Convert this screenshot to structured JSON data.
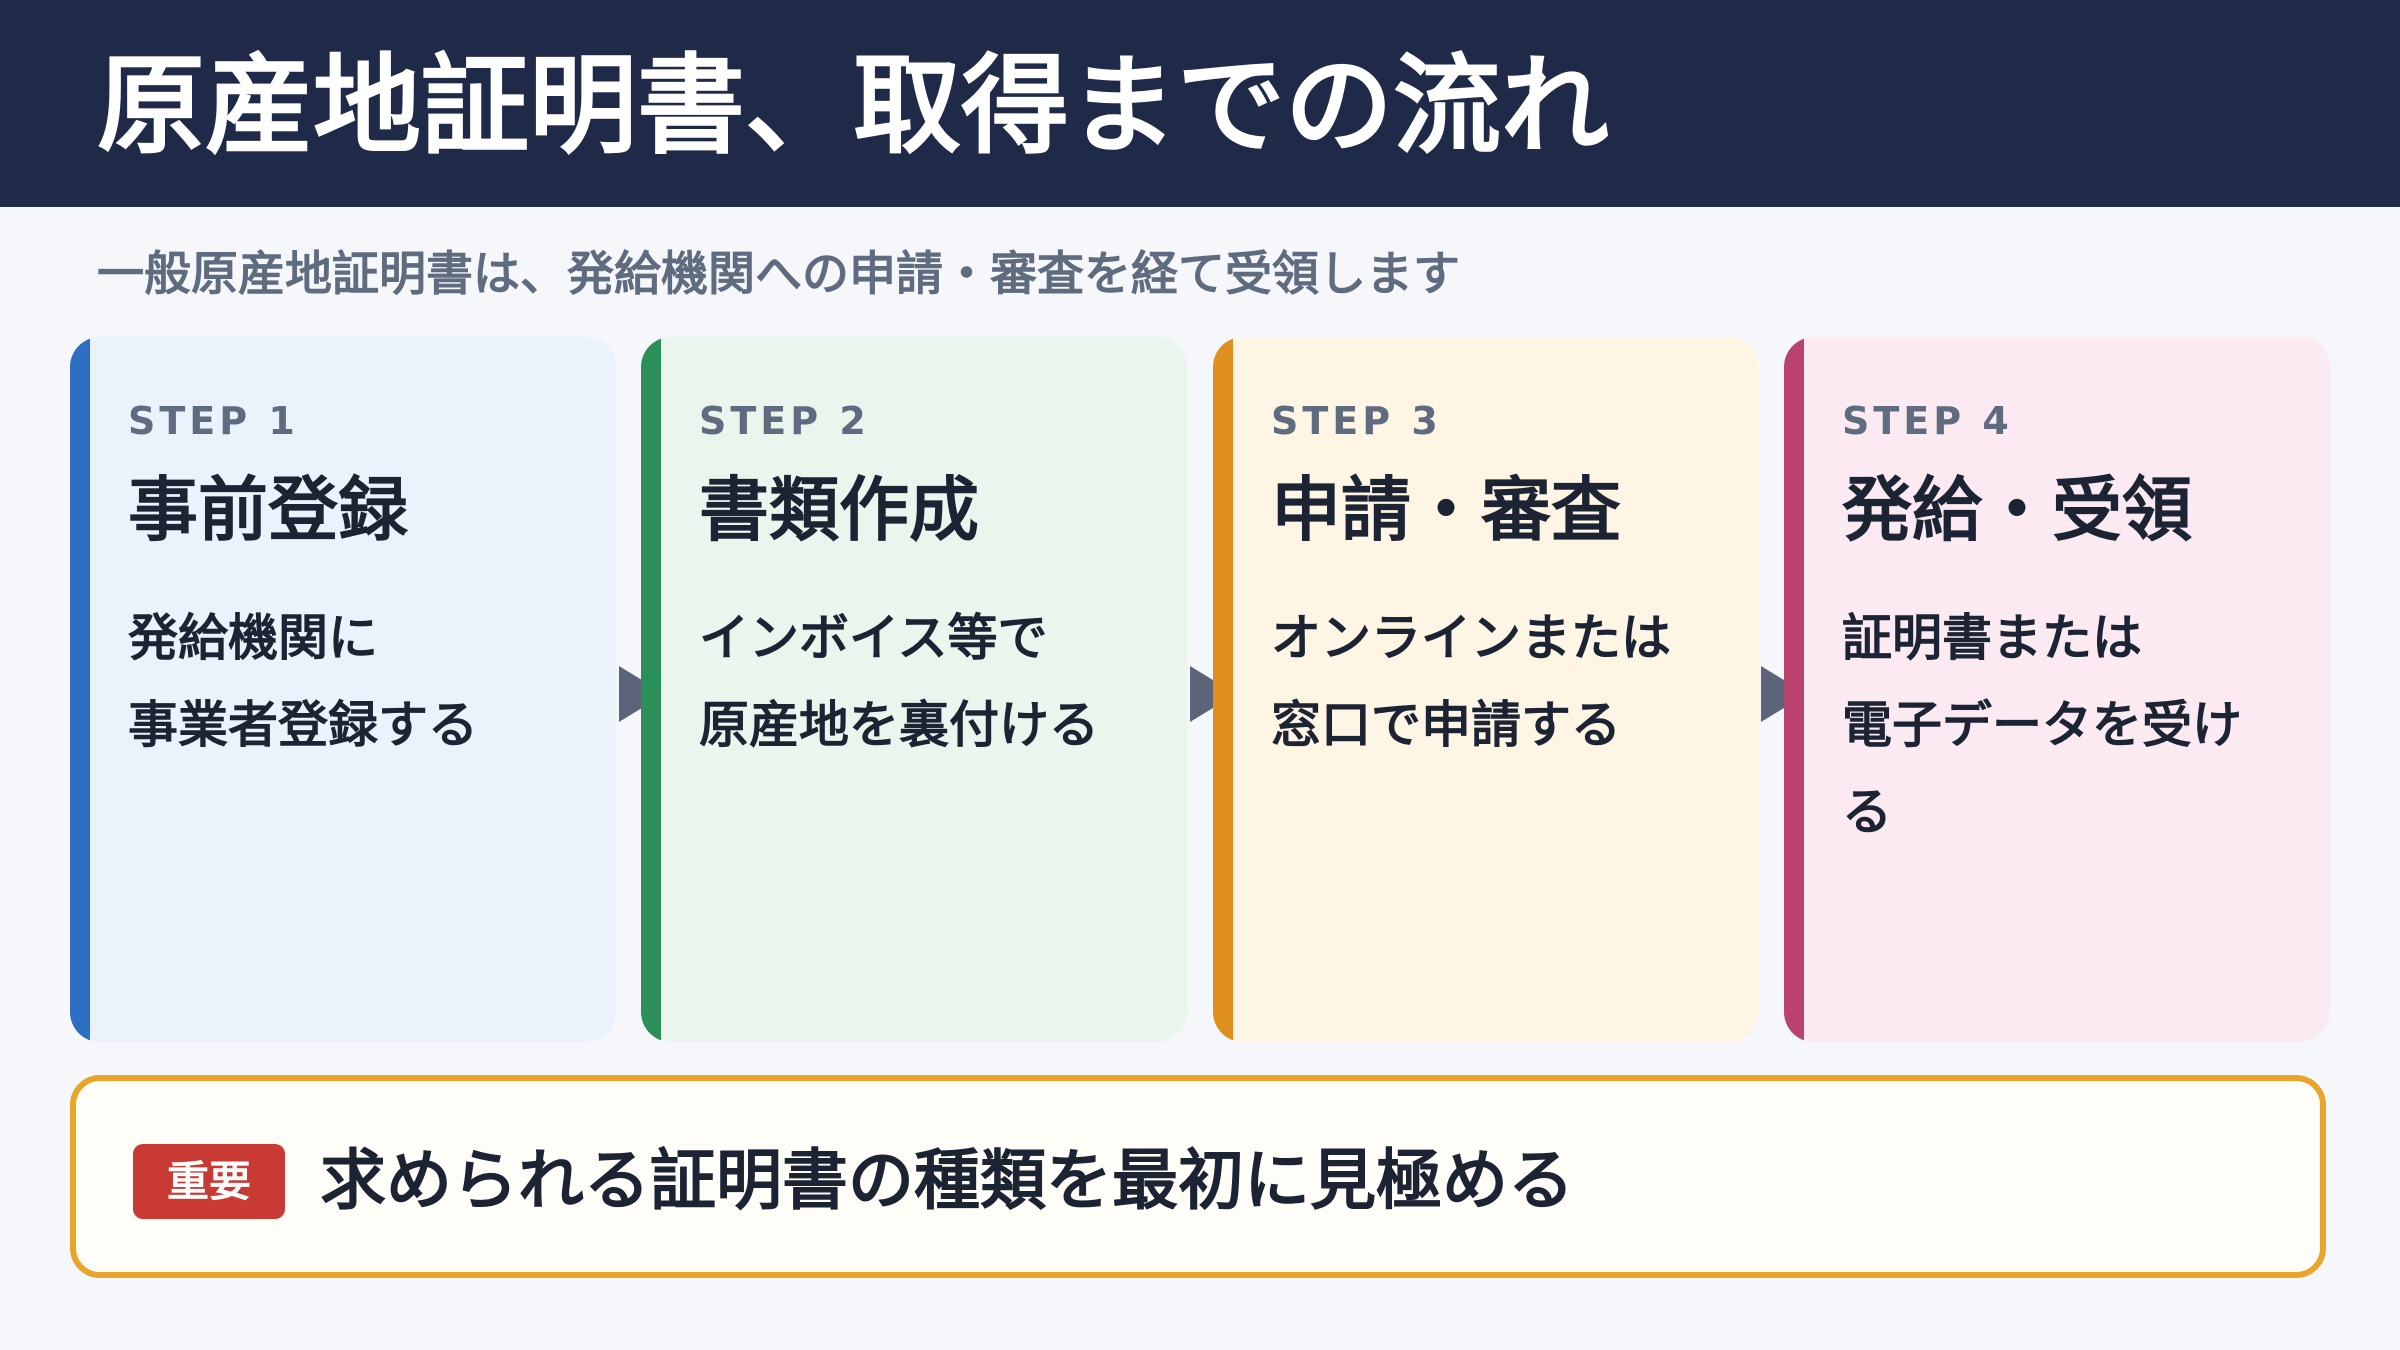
{
  "header": {
    "title": "原産地証明書、取得までの流れ"
  },
  "subtitle": "一般原産地証明書は、発給機関への申請・審査を経て受領します",
  "steps": [
    {
      "step_label": "STEP 1",
      "title": "事前登録",
      "description": "発給機関に\n事業者登録する",
      "accent_color": "#2c6fc2",
      "background_color": "#eaf2fc"
    },
    {
      "step_label": "STEP 2",
      "title": "書類作成",
      "description": "インボイス等で\n原産地を裏付ける",
      "accent_color": "#2a9057",
      "background_color": "#eaf5ee"
    },
    {
      "step_label": "STEP 3",
      "title": "申請・審査",
      "description": "オンラインまたは\n窓口で申請する",
      "accent_color": "#e0901c",
      "background_color": "#fef5e4"
    },
    {
      "step_label": "STEP 4",
      "title": "発給・受領",
      "description": "証明書または\n電子データを受け\nる",
      "accent_color": "#b9426e",
      "background_color": "#fbeaf2"
    }
  ],
  "arrow_icon": "arrow-right-icon",
  "note": {
    "badge": "重要",
    "text": "求められる証明書の種類を最初に見極める",
    "border_color": "#e8a52a",
    "badge_color": "#c93a35"
  },
  "colors": {
    "header_background": "#1e2a48",
    "page_background": "#f5f7fb"
  }
}
